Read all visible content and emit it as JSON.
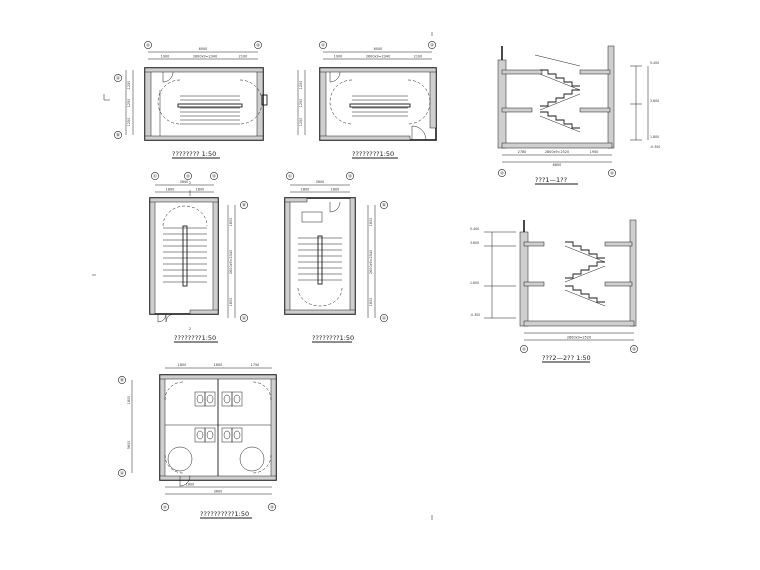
{
  "drawings": {
    "plan_top_left": {
      "caption": "????????  1:50",
      "axes": [
        "②",
        "④",
        "Ⓐ",
        "Ⓑ"
      ],
      "dims_top": [
        "6000",
        "1900",
        "2600x9=2340",
        "2100"
      ],
      "dims_left": [
        "1250",
        "1250",
        "1250"
      ]
    },
    "plan_top_mid": {
      "caption": "????????1:50",
      "axes": [
        "②",
        "④"
      ],
      "dims_top": [
        "6000",
        "1900",
        "2600x9=2340",
        "2100"
      ],
      "dims_left": [
        "1250",
        "1250",
        "1250"
      ]
    },
    "plan_mid_left": {
      "caption": "????????1:50",
      "axes": [
        "①",
        "②",
        "④",
        "Ⓑ",
        "Ⓐ"
      ],
      "dims_top": [
        "3600",
        "1800",
        "1800"
      ],
      "dims_right": [
        "1800",
        "2600x9=2340",
        "1800"
      ],
      "section_marks": [
        "2",
        "2"
      ]
    },
    "plan_mid_mid": {
      "caption": "????????1:50",
      "axes": [
        "①",
        "④",
        "Ⓑ",
        "Ⓐ"
      ],
      "dims_top": [
        "3600",
        "1800",
        "1800"
      ],
      "dims_right": [
        "1800",
        "2600x9=2340",
        "1800"
      ]
    },
    "plan_bottom": {
      "caption": "??????????1:50",
      "axes": [
        "②",
        "④",
        "Ⓑ",
        "Ⓐ"
      ],
      "dims_top": [
        "1800",
        "1800",
        "1750"
      ],
      "dims_left": [
        "1800",
        "3600"
      ],
      "dims_bottom": [
        "3600",
        "1800"
      ]
    },
    "section_1": {
      "caption": "???1—1??",
      "axes": [
        "②",
        "④"
      ],
      "dims_bottom": [
        "2780",
        "2800x9=2520",
        "1900"
      ],
      "total": "6600",
      "levels": [
        "-0.300",
        "1.800",
        "3.600",
        "5.400"
      ]
    },
    "section_2": {
      "caption": "???2—2??  1:50",
      "axes": [
        "②",
        "④"
      ],
      "dims_bottom": [
        "2800x9=2520"
      ],
      "levels": [
        "-0.300",
        "1.800",
        "3.600",
        "5.400"
      ]
    }
  }
}
